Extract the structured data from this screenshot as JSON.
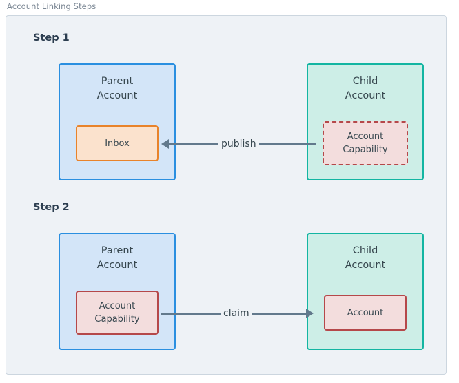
{
  "diagram": {
    "title": "Account Linking Steps",
    "steps": [
      {
        "label": "Step 1",
        "left_box": {
          "title_line1": "Parent",
          "title_line2": "Account",
          "inner": {
            "line1": "Inbox",
            "line2": ""
          }
        },
        "right_box": {
          "title_line1": "Child",
          "title_line2": "Account",
          "inner": {
            "line1": "Account",
            "line2": "Capability"
          }
        },
        "connector": {
          "label": "publish",
          "direction": "left"
        }
      },
      {
        "label": "Step 2",
        "left_box": {
          "title_line1": "Parent",
          "title_line2": "Account",
          "inner": {
            "line1": "Account",
            "line2": "Capability"
          }
        },
        "right_box": {
          "title_line1": "Child",
          "title_line2": "Account",
          "inner": {
            "line1": "Account",
            "line2": ""
          }
        },
        "connector": {
          "label": "claim",
          "direction": "right"
        }
      }
    ]
  },
  "colors": {
    "panel_background": "#eef2f6",
    "panel_border": "#ccd6df",
    "title_text": "#7b8794",
    "step_text": "#2c3e50",
    "parent_border": "#2a8fe0",
    "parent_fill": "#d3e5f8",
    "child_border": "#13b5a2",
    "child_fill": "#cdeee7",
    "inbox_border": "#e8832b",
    "inbox_fill": "#fbe2cd",
    "capability_border": "#b5484a",
    "capability_fill": "#f3dddd",
    "connector": "#62798c",
    "box_text": "#37474f"
  }
}
